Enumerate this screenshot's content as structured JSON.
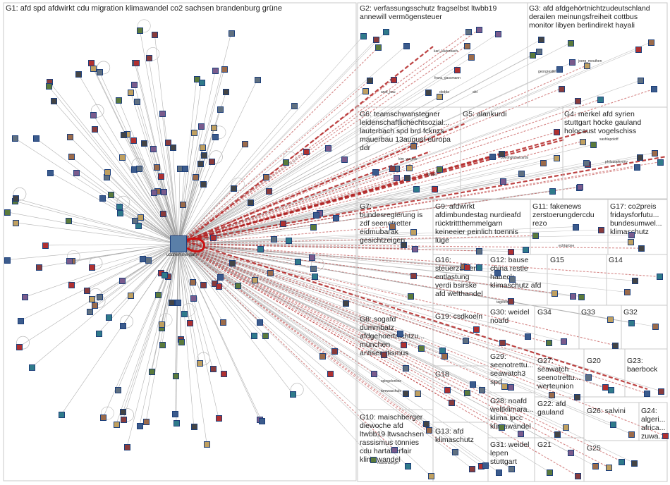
{
  "graph": {
    "hub": {
      "label": "uddhemmelgarn",
      "group": "G1"
    },
    "groups": [
      {
        "id": "G1",
        "label": "G1: afd spd afdwirkt cdu migration klimawandel co2 sachsen brandenburg grüne"
      },
      {
        "id": "G2",
        "label": "G2: verfassungsschutz fragselbst ltwbb19\nannewill vermögensteuer"
      },
      {
        "id": "G3",
        "label": "G3: afd afdgehörtnichtzudeutschland\nderailen meinungsfreiheit cottbus\nmonitor libyen berlindirekt hayali"
      },
      {
        "id": "G6",
        "label": "G6: teamschwanstegner\nleidenschaftlichechtsozial...\nlauterbach spd brd fcknzs\nmauerbau 13august europa\nddr"
      },
      {
        "id": "G5",
        "label": "G5: alankurdi"
      },
      {
        "id": "G4",
        "label": "G4: merkel afd syrien\nstuttgart höcke gauland\nholocaust vogelschiss"
      },
      {
        "id": "G7",
        "label": "G7:\nbundesregierung is\nzdf seenotretter\neidmubarak\ngesichtzeigen"
      },
      {
        "id": "G9",
        "label": "G9: afdwirkt\nafdimbundestag nurdieafd\nrücktrittthemmelgarn\nkeineeier peinlich toennis\nlüge"
      },
      {
        "id": "G11",
        "label": "G11: fakenews\nzerstoerungdercdu\nrezo"
      },
      {
        "id": "G17",
        "label": "G17: co2preis\nfridaysforfutu...\nbundesumwel...\nklimaschutz"
      },
      {
        "id": "G16",
        "label": "G16:\nsteuerzahler\nentlastung\nverdi bsirske\nafd welthandel"
      },
      {
        "id": "G12",
        "label": "G12: bause\nchina restle\nhabeck\nklimaschutz afd"
      },
      {
        "id": "G15",
        "label": "G15"
      },
      {
        "id": "G14",
        "label": "G14"
      },
      {
        "id": "G8",
        "label": "G8: sogafd\ndummbatz\nafdgehoertnichtzu...\nmünchen\nantisemitismus"
      },
      {
        "id": "G19",
        "label": "G19: csdkoeln"
      },
      {
        "id": "G30",
        "label": "G30: weidel\nnoafd"
      },
      {
        "id": "G34",
        "label": "G34"
      },
      {
        "id": "G33",
        "label": "G33"
      },
      {
        "id": "G32",
        "label": "G32"
      },
      {
        "id": "G18",
        "label": "G18"
      },
      {
        "id": "G29",
        "label": "G29:\nseenotrettu...\nseawatch3\nspd..."
      },
      {
        "id": "G27",
        "label": "G27:\nseawatch\nseenotrettu...\nwerteunion"
      },
      {
        "id": "G20",
        "label": "G20"
      },
      {
        "id": "G23",
        "label": "G23:\nbaerbock"
      },
      {
        "id": "G10",
        "label": "G10: maischberger\ndiewoche afd\nltwbb19 ltwsachsen\nrassismus tönnies\ncdu hartaberfair\nklimawandel"
      },
      {
        "id": "G13",
        "label": "G13: afd\nklimaschutz"
      },
      {
        "id": "G28",
        "label": "G28: noafd\nweltklimara...\nklima ipcc\nklimawandel"
      },
      {
        "id": "G22",
        "label": "G22: afd\ngauland"
      },
      {
        "id": "G26",
        "label": "G26: salvini"
      },
      {
        "id": "G24",
        "label": "G24:\nalgeri...\nafrica...\nzuwa..."
      },
      {
        "id": "G31",
        "label": "G31: weidel\nlepen\nstuttgart"
      },
      {
        "id": "G21",
        "label": "G21"
      },
      {
        "id": "G25",
        "label": "G25"
      }
    ],
    "node_labels": [
      "karl_lauterbach",
      "franz_gassmann",
      "andi_bau",
      "dodda",
      "afd",
      "joerg_meuthen",
      "georgrestle",
      "sashlapoloff",
      "kim_wagner",
      "poetinglobalcards",
      "tgrupa",
      "philosophyony",
      "echtgrüne",
      "tagesschau",
      "spiegelonline",
      "tomwaschule",
      "maischberger"
    ],
    "colors": {
      "edge": "#9a9a9a",
      "edge_red": "#b22222",
      "hub_loop": "#cc1111",
      "box_border": "#c8c8c8",
      "node_border": "#1d3f7a"
    }
  }
}
